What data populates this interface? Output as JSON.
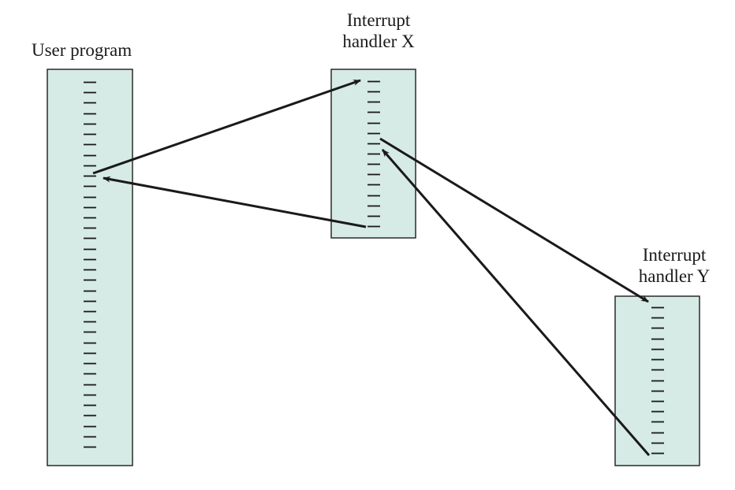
{
  "labels": {
    "user_program": "User program",
    "handler_x": [
      "Interrupt",
      "handler X"
    ],
    "handler_y": [
      "Interrupt",
      "handler Y"
    ]
  },
  "colors": {
    "box_fill": "#d6ebe6",
    "box_stroke": "#2a2a2a",
    "tick": "#1a1a1a",
    "arrow": "#1a1a1a"
  }
}
